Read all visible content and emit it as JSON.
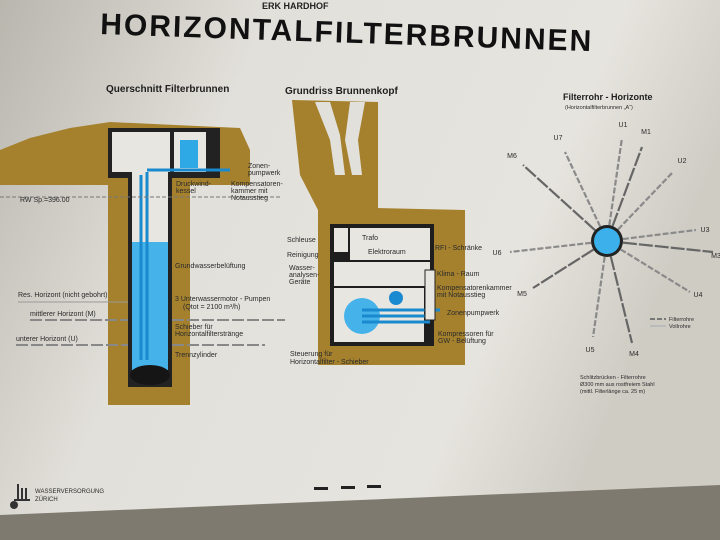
{
  "top_partial": "ERK HARDHOF",
  "title": "HORIZONTALFILTERBRUNNEN",
  "sections": {
    "cross_section": {
      "heading": "Querschnitt Filterbrunnen",
      "labels": {
        "zonen": "Zonen-",
        "zonen2": "pumpwerk",
        "druck1": "Druckwind-",
        "druck2": "kessel",
        "komp1": "Kompensatoren-",
        "komp2": "kammer mit",
        "komp3": "Notausstieg",
        "rw": "RW Sp.=396.00",
        "gw": "Grundwasserbelüftung",
        "res": "Res. Horizont (nicht gebohrt)",
        "pumps1": "3 Unterwassermotor - Pumpen",
        "pumps2": "(Qtot = 2100 m³/h)",
        "mittel": "mittlerer Horizont (M)",
        "schieber1": "Schieber für",
        "schieber2": "Horizontalfilterstränge",
        "unter": "unterer Horizont (U)",
        "trenn": "Trennzylinder"
      }
    },
    "plan": {
      "heading": "Grundriss Brunnenkopf",
      "labels": {
        "schleuse": "Schleuse",
        "reinigung": "Reinigung",
        "wasser1": "Wasser-",
        "wasser2": "analysen-",
        "wasser3": "Geräte",
        "trafo": "Trafo",
        "elektro": "Elektroraum",
        "rfi": "RFI - Schränke",
        "klima": "Klima - Raum",
        "komp1": "Kompensatorenkammer",
        "komp2": "mit Notausstieg",
        "zonen": "Zonenpumpwerk",
        "kompr1": "Kompressoren für",
        "kompr2": "GW - Belüftung",
        "steuer1": "Steuerung für",
        "steuer2": "Horizontalfilter - Schieber"
      }
    },
    "horizons": {
      "heading": "Filterrohr - Horizonte",
      "subheading": "(Horizontalfilterbrunnen „A“)",
      "rays": [
        "U1",
        "M1",
        "U2",
        "U3",
        "M3",
        "U4",
        "M4",
        "U5",
        "M5",
        "U6",
        "M6",
        "U7"
      ],
      "legend": {
        "filter": "Filterrohre",
        "voll": "Vollrohre"
      },
      "note1": "Schlitzbrücken - Filterrohre",
      "note2": "Ø300 mm aus rostfreiem Stahl",
      "note3": "(mittl. Filterlänge ca. 25 m)"
    }
  },
  "footer": {
    "org1": "WASSERVERSORGUNG",
    "org2": "ZÜRICH"
  },
  "colors": {
    "earth": "#a5812e",
    "water": "#2fa8e6",
    "poster": "#e4e2dc",
    "wall": "#7d7a72"
  }
}
